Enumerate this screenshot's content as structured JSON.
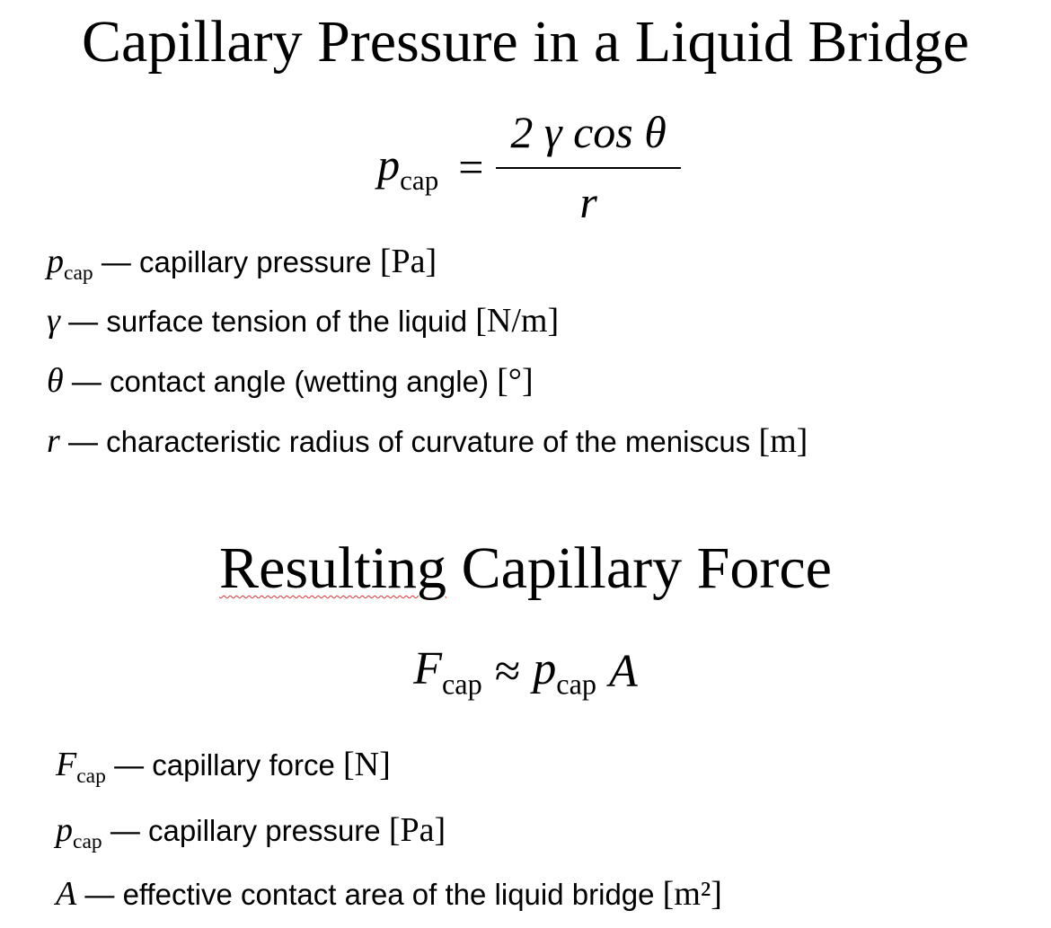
{
  "section1": {
    "title": "Capillary Pressure in a Liquid Bridge",
    "equation": {
      "lhs": "p",
      "lhs_sub": "cap",
      "equals": "=",
      "numerator": "2 γ cos θ",
      "denominator": "r"
    },
    "definitions": [
      {
        "symbol": "p",
        "sub": "cap",
        "dash": "—",
        "text": "capillary pressure",
        "unit": "[Pa]"
      },
      {
        "symbol": "γ",
        "sub": "",
        "dash": "—",
        "text": "surface tension of the liquid",
        "unit": "[N/m]"
      },
      {
        "symbol": "θ",
        "sub": "",
        "dash": "—",
        "text": "contact angle (wetting angle)",
        "unit": "[°]"
      },
      {
        "symbol": "r",
        "sub": "",
        "dash": "—",
        "text": "characteristic radius of curvature of the meniscus",
        "unit": "[m]"
      }
    ]
  },
  "section2": {
    "title_word1": "Resulting",
    "title_rest": " Capillary Force",
    "equation": {
      "lhs": "F",
      "lhs_sub": "cap",
      "approx": "≈",
      "rhs": "p",
      "rhs_sub": "cap",
      "rhs2": "A"
    },
    "definitions": [
      {
        "symbol": "F",
        "sub": "cap",
        "dash": "—",
        "text": "capillary force",
        "unit": "[N]"
      },
      {
        "symbol": "p",
        "sub": "cap",
        "dash": "—",
        "text": "capillary pressure",
        "unit": "[Pa]"
      },
      {
        "symbol": "A",
        "sub": "",
        "dash": "—",
        "text": "effective contact area of the liquid bridge",
        "unit": "[m²]"
      }
    ]
  }
}
